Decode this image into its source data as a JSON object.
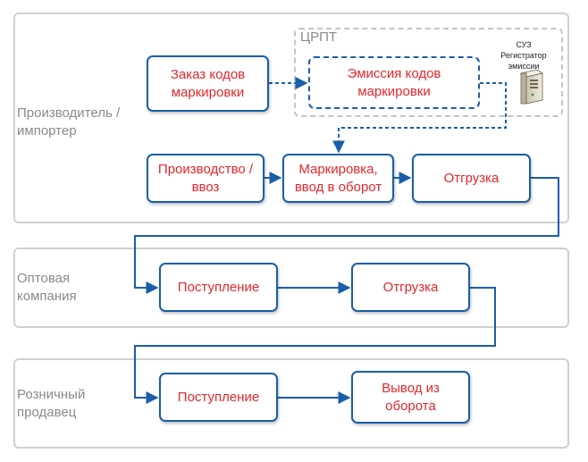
{
  "lanes": {
    "producer": "Производитель /\nимпортер",
    "wholesale": "Оптовая\nкомпания",
    "retail": "Розничный\nпродавец"
  },
  "cpt": {
    "label": "ЦРПТ",
    "server_label": "СУЗ\nРегистратор\nэмиссии"
  },
  "nodes": {
    "order_codes": "Заказ кодов\nмаркировки",
    "emission": "Эмиссия кодов\nмаркировки",
    "production": "Производство /\nввоз",
    "marking": "Маркировка,\nввод в оборот",
    "shipment_producer": "Отгрузка",
    "receipt_wholesale": "Поступление",
    "shipment_wholesale": "Отгрузка",
    "receipt_retail": "Поступление",
    "withdrawal": "Вывод из\nоборота"
  },
  "colors": {
    "node_border": "#1a5ea8",
    "node_text": "#e8262b",
    "lane_border": "#d0d0d0",
    "lane_text": "#8a8a8a"
  }
}
